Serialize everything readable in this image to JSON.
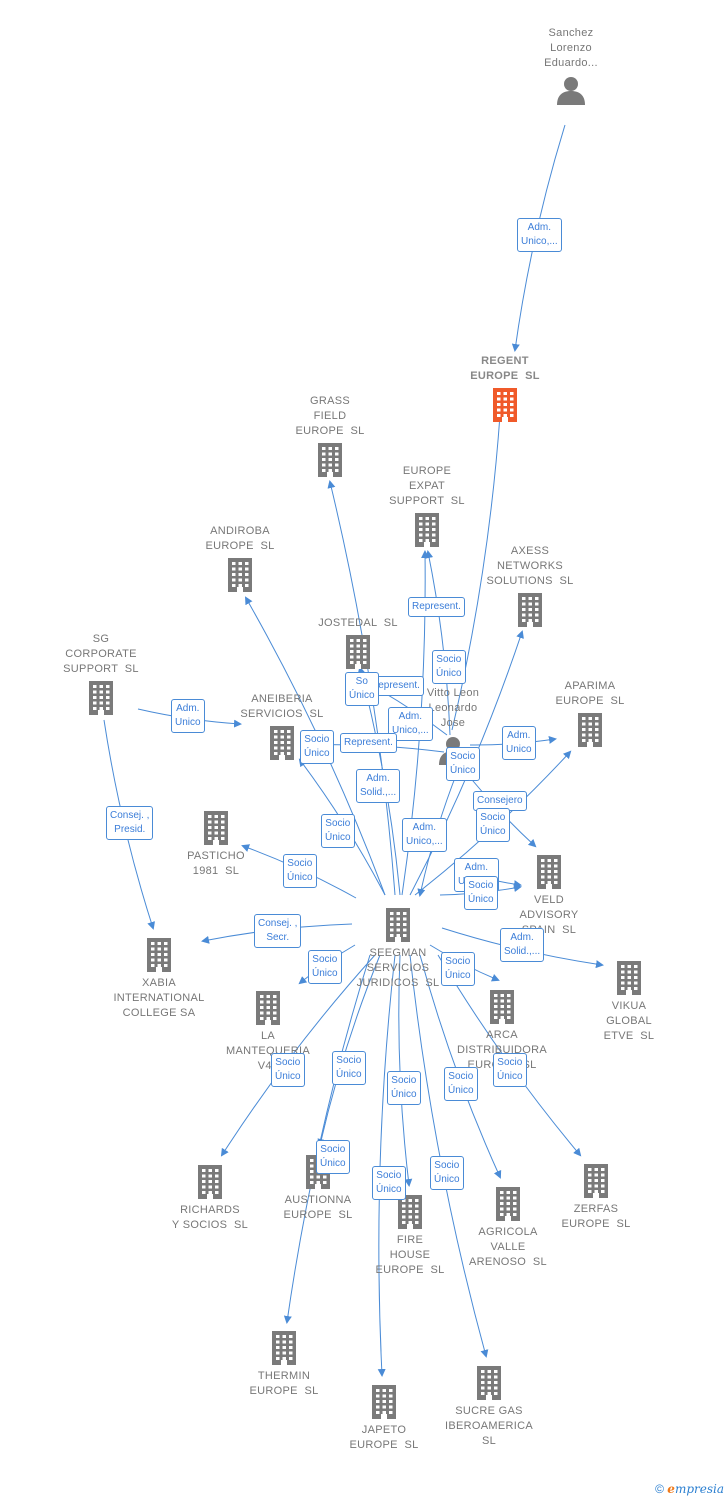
{
  "footer": {
    "copyright": "©",
    "brand": "empresia",
    "brand_rest": "mpresia"
  },
  "colors": {
    "company": "#7a7a7a",
    "highlight": "#f05a2a",
    "person": "#7a7a7a",
    "edge": "#4a8bd6"
  },
  "nodes": {
    "sanchez": {
      "label": "Sanchez\nLorenzo\nEduardo...",
      "icon": "person-icon"
    },
    "regent": {
      "label": "REGENT\nEUROPE  SL",
      "icon": "building-icon",
      "highlight": true
    },
    "grass": {
      "label": "GRASS\nFIELD\nEUROPE  SL",
      "icon": "building-icon"
    },
    "expat": {
      "label": "EUROPE\nEXPAT\nSUPPORT  SL",
      "icon": "building-icon"
    },
    "andiroba": {
      "label": "ANDIROBA\nEUROPE  SL",
      "icon": "building-icon"
    },
    "axess": {
      "label": "AXESS\nNETWORKS\nSOLUTIONS  SL",
      "icon": "building-icon"
    },
    "sgcorp": {
      "label": "SG\nCORPORATE\nSUPPORT  SL",
      "icon": "building-icon"
    },
    "jostedal": {
      "label": "JOSTEDAL  SL",
      "icon": "building-icon"
    },
    "aneiberia": {
      "label": "ANEIBERIA\nSERVICIOS  SL",
      "icon": "building-icon"
    },
    "aparima": {
      "label": "APARIMA\nEUROPE  SL",
      "icon": "building-icon"
    },
    "vitto": {
      "label": "Vitto Leon\nLeonardo\nJose",
      "icon": "person-icon"
    },
    "pasticho": {
      "label": "PASTICHO\n1981  SL",
      "icon": "building-icon"
    },
    "veld": {
      "label": "VELD\nADVISORY\nSPAIN  SL",
      "icon": "building-icon"
    },
    "xabia": {
      "label": "XABIA\nINTERNATIONAL\nCOLLEGE SA",
      "icon": "building-icon"
    },
    "seegman": {
      "label": "SEEGMAN\nSERVICIOS\nJURIDICOS  SL",
      "icon": "building-icon"
    },
    "vikua": {
      "label": "VIKUA\nGLOBAL\nETVE  SL",
      "icon": "building-icon"
    },
    "mantequeria": {
      "label": "LA\nMANTEQUERIA\nV45",
      "icon": "building-icon"
    },
    "arca": {
      "label": "ARCA\nDISTRIBUIDORA\nEUROPE  SL",
      "icon": "building-icon"
    },
    "richards": {
      "label": "RICHARDS\nY SOCIOS  SL",
      "icon": "building-icon"
    },
    "austionna": {
      "label": "AUSTIONNA\nEUROPE  SL",
      "icon": "building-icon"
    },
    "zerfas": {
      "label": "ZERFAS\nEUROPE  SL",
      "icon": "building-icon"
    },
    "fire": {
      "label": "FIRE\nHOUSE\nEUROPE  SL",
      "icon": "building-icon"
    },
    "agricola": {
      "label": "AGRICOLA\nVALLE\nARENOSO  SL",
      "icon": "building-icon"
    },
    "thermin": {
      "label": "THERMIN\nEUROPE  SL",
      "icon": "building-icon"
    },
    "japeto": {
      "label": "JAPETO\nEUROPE  SL",
      "icon": "building-icon"
    },
    "sucre": {
      "label": "SUCRE GAS\nIBEROAMERICA\nSL",
      "icon": "building-icon"
    }
  },
  "relations": {
    "r_sanchez_regent": "Adm.\nUnico,...",
    "r_vitto_expat": "Represent.",
    "r_vitto_regent": "Socio\nÚnico",
    "r_vitto_jostedal": "Represent.",
    "r_seeg_jostedal": "So\nÚnico",
    "r_seeg_expat": "Adm.\nUnico,...",
    "r_vitto_aneiberia": "Represent.",
    "r_seeg_aneiberia": "Socio\nÚnico",
    "r_sg_aneiberia": "Adm.\nUnico",
    "r_vitto_aparima": "Adm.\nUnico",
    "r_seeg_axess": "Socio\nÚnico",
    "r_vitto_veld": "Consejero",
    "r_vitto_seeg": "Adm.\nSolid.,...",
    "r_seeg_andiroba": "Socio\nÚnico",
    "r_vitto_seeg2": "Adm.\nUnico,...",
    "r_seeg_aparima": "Socio\nÚnico",
    "r_sg_xabia": "Consej. ,\nPresid.",
    "r_seeg_pasticho": "Socio\nÚnico",
    "r_vitto_veld2": "Adm.\nUnico,...",
    "r_seeg_veld": "Socio\nÚnico",
    "r_seeg_xabia": "Consej. ,\nSecr.",
    "r_seeg_vikua": "Adm.\nSolid.,...",
    "r_seeg_mantequeria": "Socio\nÚnico",
    "r_seeg_arca": "Socio\nÚnico",
    "r_seeg_richards": "Socio\nÚnico",
    "r_seeg_austionna": "Socio\nÚnico",
    "r_seeg_fire": "Socio\nÚnico",
    "r_seeg_agricola": "Socio\nÚnico",
    "r_seeg_zerfas": "Socio\nÚnico",
    "r_seeg_thermin": "Socio\nÚnico",
    "r_seeg_japeto": "Socio\nÚnico",
    "r_seeg_sucre": "Socio\nÚnico"
  }
}
